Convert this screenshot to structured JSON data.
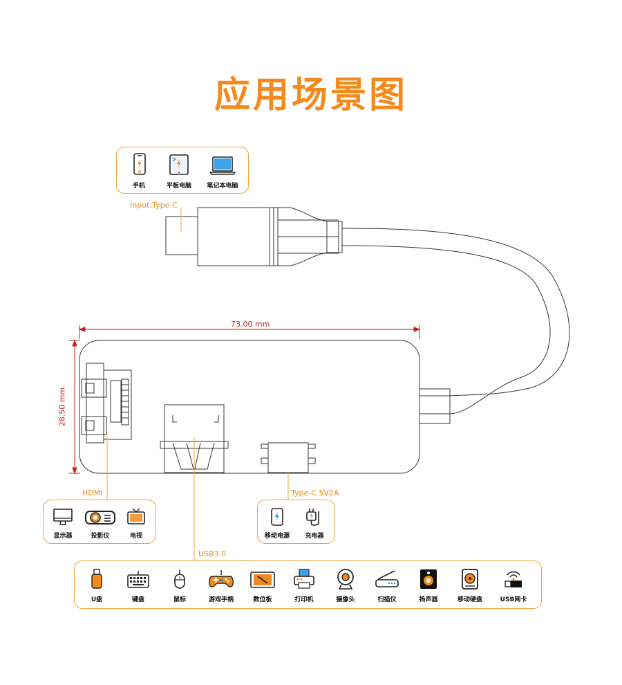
{
  "title": "应用场景图",
  "accent_color": "#f28a1e",
  "dimension_color": "#c21f1f",
  "dimensions": {
    "width": "73.00 mm",
    "height": "28.50 mm"
  },
  "ports": {
    "input": "Input:Type-C",
    "hdmi": "HDMI",
    "usb": "USB3.0",
    "typec_power": "Type-C 5V2A"
  },
  "groups": {
    "input_devices": [
      {
        "label": "手机",
        "icon": "phone-icon"
      },
      {
        "label": "平板电脑",
        "icon": "tablet-icon"
      },
      {
        "label": "笔记本电脑",
        "icon": "laptop-icon"
      }
    ],
    "hdmi_devices": [
      {
        "label": "显示器",
        "icon": "monitor-icon"
      },
      {
        "label": "投影仪",
        "icon": "projector-icon"
      },
      {
        "label": "电视",
        "icon": "tv-icon"
      }
    ],
    "power_devices": [
      {
        "label": "移动电源",
        "icon": "power-bank-icon"
      },
      {
        "label": "充电器",
        "icon": "charger-icon"
      }
    ],
    "usb_devices": [
      {
        "label": "U盘",
        "icon": "usb-drive-icon"
      },
      {
        "label": "键盘",
        "icon": "keyboard-icon"
      },
      {
        "label": "鼠标",
        "icon": "mouse-icon"
      },
      {
        "label": "游戏手柄",
        "icon": "gamepad-icon"
      },
      {
        "label": "数位板",
        "icon": "drawing-tablet-icon"
      },
      {
        "label": "打印机",
        "icon": "printer-icon"
      },
      {
        "label": "摄像头",
        "icon": "webcam-icon"
      },
      {
        "label": "扫描仪",
        "icon": "scanner-icon"
      },
      {
        "label": "扬声器",
        "icon": "speaker-icon"
      },
      {
        "label": "移动硬盘",
        "icon": "external-drive-icon"
      },
      {
        "label": "USB网卡",
        "icon": "usb-wifi-icon"
      }
    ]
  }
}
